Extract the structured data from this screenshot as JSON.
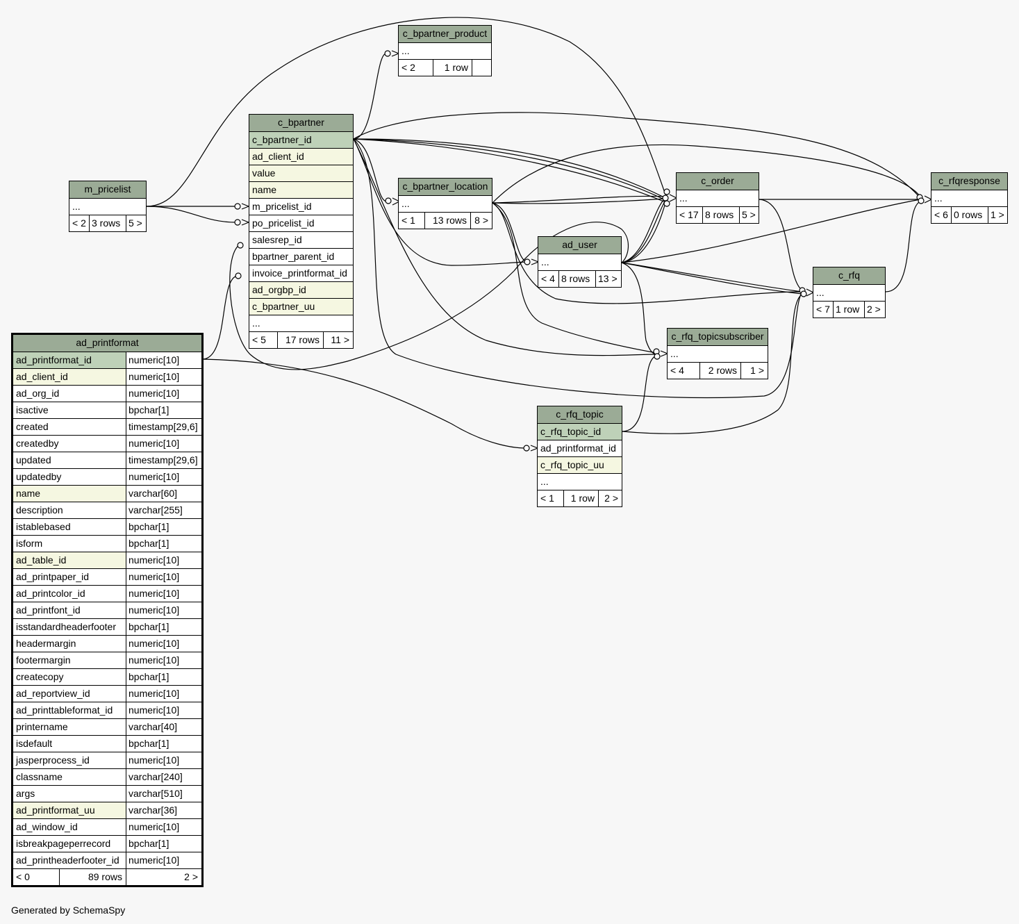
{
  "footer": "Generated by SchemaSpy",
  "colors": {
    "header": "#9bab96",
    "primary_key": "#bed1b8",
    "indexed": "#f5f7e1",
    "background": "#f7f7f7"
  },
  "tables": {
    "c_bpartner_product": {
      "name": "c_bpartner_product",
      "rows": [
        "..."
      ],
      "parents": "< 2",
      "count": "1 row",
      "children": ""
    },
    "c_bpartner": {
      "name": "c_bpartner",
      "rows": [
        "c_bpartner_id",
        "ad_client_id",
        "value",
        "name",
        "m_pricelist_id",
        "po_pricelist_id",
        "salesrep_id",
        "bpartner_parent_id",
        "invoice_printformat_id",
        "ad_orgbp_id",
        "c_bpartner_uu",
        "..."
      ],
      "parents": "< 5",
      "count": "17 rows",
      "children": "11 >"
    },
    "m_pricelist": {
      "name": "m_pricelist",
      "rows": [
        "..."
      ],
      "parents": "< 2",
      "count": "3 rows",
      "children": "5 >"
    },
    "c_bpartner_location": {
      "name": "c_bpartner_location",
      "rows": [
        "..."
      ],
      "parents": "< 1",
      "count": "13 rows",
      "children": "8 >"
    },
    "c_order": {
      "name": "c_order",
      "rows": [
        "..."
      ],
      "parents": "< 17",
      "count": "8 rows",
      "children": "5 >"
    },
    "c_rfqresponse": {
      "name": "c_rfqresponse",
      "rows": [
        "..."
      ],
      "parents": "< 6",
      "count": "0 rows",
      "children": "1 >"
    },
    "ad_user": {
      "name": "ad_user",
      "rows": [
        "..."
      ],
      "parents": "< 4",
      "count": "8 rows",
      "children": "13 >"
    },
    "c_rfq": {
      "name": "c_rfq",
      "rows": [
        "..."
      ],
      "parents": "< 7",
      "count": "1 row",
      "children": "2 >"
    },
    "c_rfq_topicsubscriber": {
      "name": "c_rfq_topicsubscriber",
      "rows": [
        "..."
      ],
      "parents": "< 4",
      "count": "2 rows",
      "children": "1 >"
    },
    "c_rfq_topic": {
      "name": "c_rfq_topic",
      "rows": [
        "c_rfq_topic_id",
        "ad_printformat_id",
        "c_rfq_topic_uu",
        "..."
      ],
      "parents": "< 1",
      "count": "1 row",
      "children": "2 >"
    },
    "ad_printformat": {
      "name": "ad_printformat",
      "columns": [
        [
          "ad_printformat_id",
          "numeric[10]"
        ],
        [
          "ad_client_id",
          "numeric[10]"
        ],
        [
          "ad_org_id",
          "numeric[10]"
        ],
        [
          "isactive",
          "bpchar[1]"
        ],
        [
          "created",
          "timestamp[29,6]"
        ],
        [
          "createdby",
          "numeric[10]"
        ],
        [
          "updated",
          "timestamp[29,6]"
        ],
        [
          "updatedby",
          "numeric[10]"
        ],
        [
          "name",
          "varchar[60]"
        ],
        [
          "description",
          "varchar[255]"
        ],
        [
          "istablebased",
          "bpchar[1]"
        ],
        [
          "isform",
          "bpchar[1]"
        ],
        [
          "ad_table_id",
          "numeric[10]"
        ],
        [
          "ad_printpaper_id",
          "numeric[10]"
        ],
        [
          "ad_printcolor_id",
          "numeric[10]"
        ],
        [
          "ad_printfont_id",
          "numeric[10]"
        ],
        [
          "isstandardheaderfooter",
          "bpchar[1]"
        ],
        [
          "headermargin",
          "numeric[10]"
        ],
        [
          "footermargin",
          "numeric[10]"
        ],
        [
          "createcopy",
          "bpchar[1]"
        ],
        [
          "ad_reportview_id",
          "numeric[10]"
        ],
        [
          "ad_printtableformat_id",
          "numeric[10]"
        ],
        [
          "printername",
          "varchar[40]"
        ],
        [
          "isdefault",
          "bpchar[1]"
        ],
        [
          "jasperprocess_id",
          "numeric[10]"
        ],
        [
          "classname",
          "varchar[240]"
        ],
        [
          "args",
          "varchar[510]"
        ],
        [
          "ad_printformat_uu",
          "varchar[36]"
        ],
        [
          "ad_window_id",
          "numeric[10]"
        ],
        [
          "isbreakpageperrecord",
          "bpchar[1]"
        ],
        [
          "ad_printheaderfooter_id",
          "numeric[10]"
        ]
      ],
      "parents": "< 0",
      "count": "89 rows",
      "children": "2 >"
    }
  }
}
